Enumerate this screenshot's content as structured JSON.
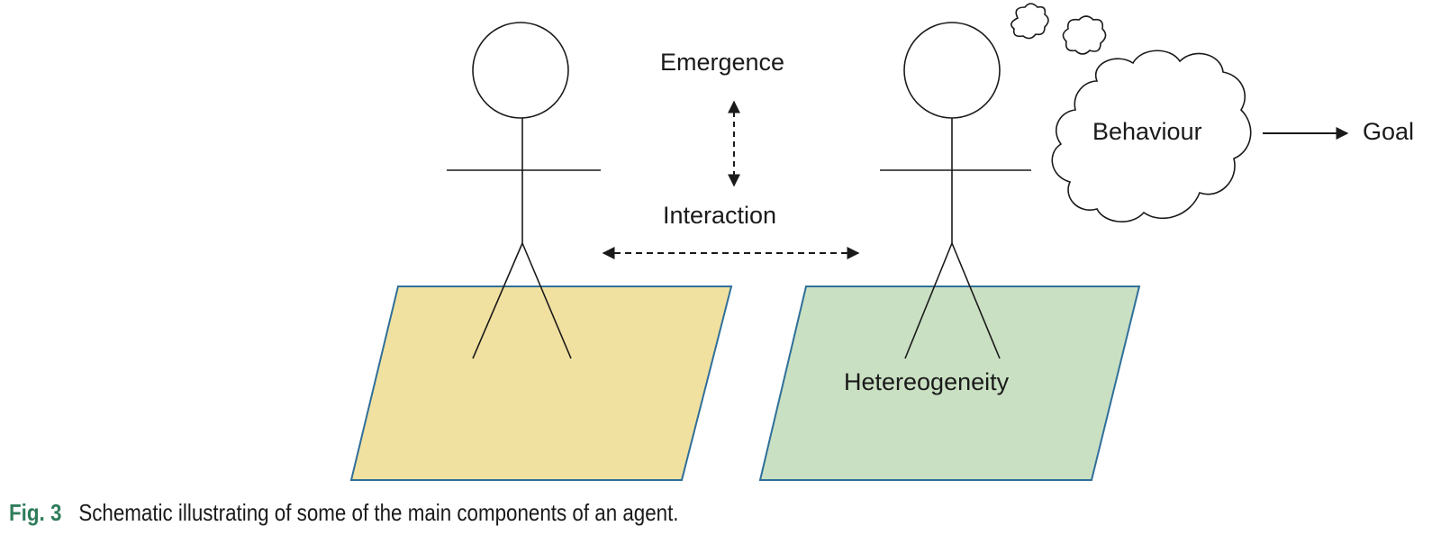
{
  "diagram": {
    "labels": {
      "emergence": "Emergence",
      "interaction": "Interaction",
      "behaviour": "Behaviour",
      "goal": "Goal",
      "heterogeneity": "Hetereogeneity"
    },
    "colors": {
      "left_platform_fill": "#f1e1a0",
      "right_platform_fill": "#c9e0c2",
      "platform_stroke": "#2f6f9a",
      "line": "#1a1a1a",
      "caption_label": "#2f7d5b"
    }
  },
  "caption": {
    "label": "Fig. 3",
    "text": "Schematic illustrating of some of the main components of an agent."
  }
}
